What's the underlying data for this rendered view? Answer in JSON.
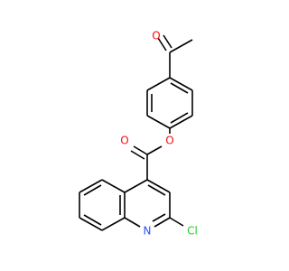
{
  "molecule": {
    "atoms": {
      "carbonyl_oxygen_acetyl": {
        "symbol": "O",
        "color": "#ff0d0d"
      },
      "ester_oxygen_single": {
        "symbol": "O",
        "color": "#ff0d0d"
      },
      "ester_oxygen_double": {
        "symbol": "O",
        "color": "#ff0d0d"
      },
      "ring_nitrogen": {
        "symbol": "N",
        "color": "#3050f8"
      },
      "chlorine": {
        "symbol": "Cl",
        "color": "#1fd01f"
      }
    },
    "bond_color": "#000000",
    "background": "#ffffff"
  }
}
